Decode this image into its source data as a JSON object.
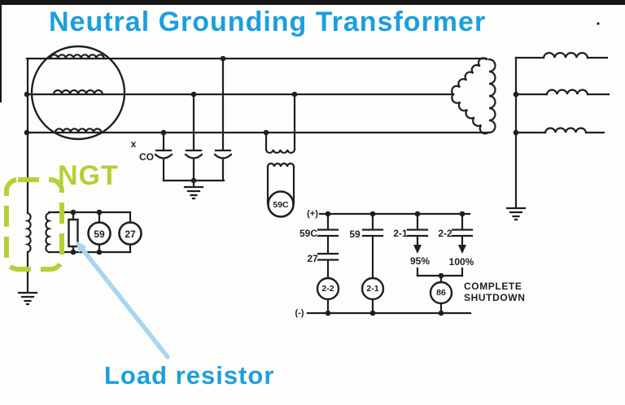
{
  "title": "Neutral Grounding Transformer",
  "colors": {
    "title_blue": "#1b9fdd",
    "annotation_green": "#b2d235",
    "arrow_blue": "#a7d7f0",
    "ink": "#1f1f1f"
  },
  "annotations": {
    "ngt": "NGT",
    "load_resistor": "Load resistor"
  },
  "generator_section": {
    "cap_label_x": "x",
    "cap_label_co": "CO"
  },
  "vt": {
    "relay": "59C"
  },
  "ngt_section": {
    "relay_59": "59",
    "relay_27": "27"
  },
  "ladder": {
    "plus": "(+)",
    "minus": "(-)",
    "contact_59c": "59C",
    "contact_27": "27",
    "contact_59": "59",
    "contact_21": "2-1",
    "contact_22": "2-2",
    "pickup_95": "95%",
    "pickup_100": "100%",
    "coil_22": "2-2",
    "coil_21": "2-1",
    "coil_86": "86",
    "shutdown_1": "COMPLETE",
    "shutdown_2": "SHUTDOWN"
  }
}
